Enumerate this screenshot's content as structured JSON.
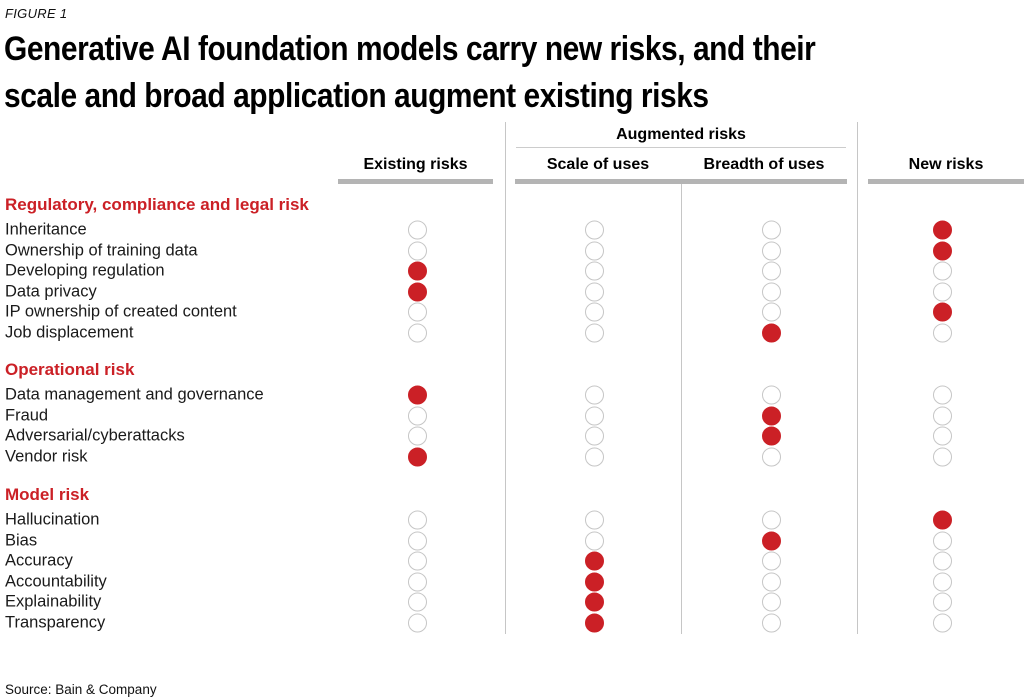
{
  "figure": {
    "label": "FIGURE 1",
    "title_line1": "Generative AI foundation models carry new risks, and their",
    "title_line2": "scale and broad application augment existing risks",
    "source": "Source: Bain & Company"
  },
  "colors": {
    "accent_red": "#CB2026",
    "bar_gray": "#B4B4B4",
    "divider_gray": "#C6C6C6",
    "circle_border_gray": "#C6C6C6"
  },
  "chart_data": {
    "type": "table",
    "figure_label": "FIGURE 1",
    "title": "Generative AI foundation models carry new risks, and their scale and broad application augment existing risks",
    "group_header": "Augmented risks",
    "columns": [
      "Existing risks",
      "Scale of uses",
      "Breadth of uses",
      "New risks"
    ],
    "augmented_columns": [
      "Scale of uses",
      "Breadth of uses"
    ],
    "sections": [
      {
        "name": "Regulatory, compliance and legal risk",
        "rows": [
          {
            "label": "Inheritance",
            "dots": [
              false,
              false,
              false,
              true
            ]
          },
          {
            "label": "Ownership of training data",
            "dots": [
              false,
              false,
              false,
              true
            ]
          },
          {
            "label": "Developing regulation",
            "dots": [
              true,
              false,
              false,
              false
            ]
          },
          {
            "label": "Data privacy",
            "dots": [
              true,
              false,
              false,
              false
            ]
          },
          {
            "label": "IP ownership of created content",
            "dots": [
              false,
              false,
              false,
              true
            ]
          },
          {
            "label": "Job displacement",
            "dots": [
              false,
              false,
              true,
              false
            ]
          }
        ]
      },
      {
        "name": "Operational risk",
        "rows": [
          {
            "label": "Data management and governance",
            "dots": [
              true,
              false,
              false,
              false
            ]
          },
          {
            "label": "Fraud",
            "dots": [
              false,
              false,
              true,
              false
            ]
          },
          {
            "label": "Adversarial/cyberattacks",
            "dots": [
              false,
              false,
              true,
              false
            ]
          },
          {
            "label": "Vendor risk",
            "dots": [
              true,
              false,
              false,
              false
            ]
          }
        ]
      },
      {
        "name": "Model risk",
        "rows": [
          {
            "label": "Hallucination",
            "dots": [
              false,
              false,
              false,
              true
            ]
          },
          {
            "label": "Bias",
            "dots": [
              false,
              false,
              true,
              false
            ]
          },
          {
            "label": "Accuracy",
            "dots": [
              false,
              true,
              false,
              false
            ]
          },
          {
            "label": "Accountability",
            "dots": [
              false,
              true,
              false,
              false
            ]
          },
          {
            "label": "Explainability",
            "dots": [
              false,
              true,
              false,
              false
            ]
          },
          {
            "label": "Transparency",
            "dots": [
              false,
              true,
              false,
              false
            ]
          }
        ]
      }
    ],
    "source": "Source: Bain & Company"
  }
}
